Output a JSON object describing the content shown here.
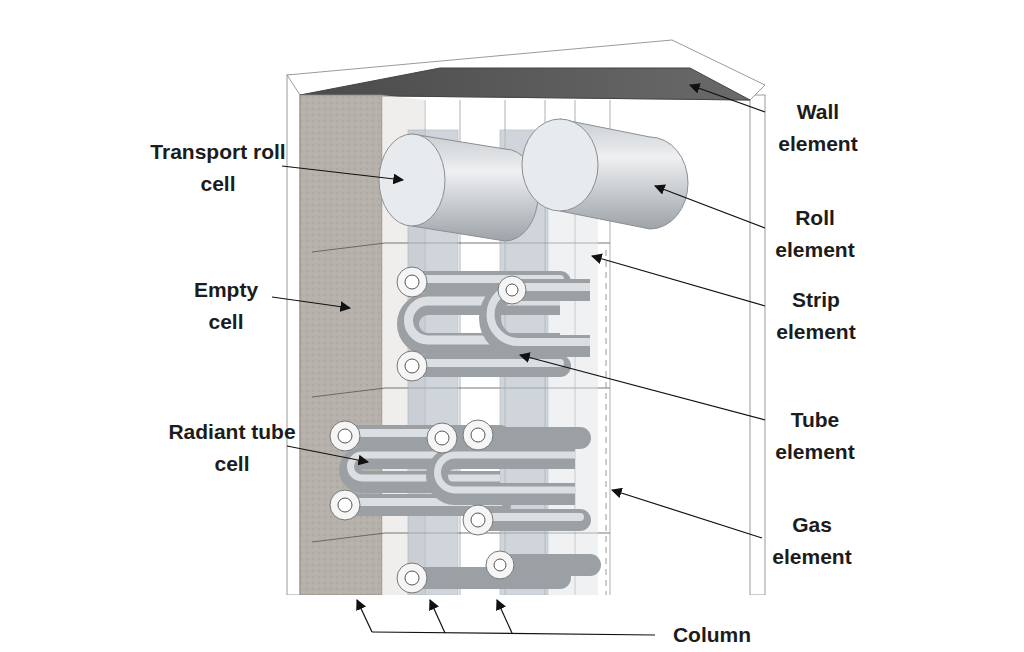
{
  "diagram": {
    "labels": [
      "Wall element",
      "Transport roll cell",
      "Roll element",
      "Empty cell",
      "Strip element",
      "Tube element",
      "Radiant tube cell",
      "Gas element",
      "Column"
    ]
  }
}
